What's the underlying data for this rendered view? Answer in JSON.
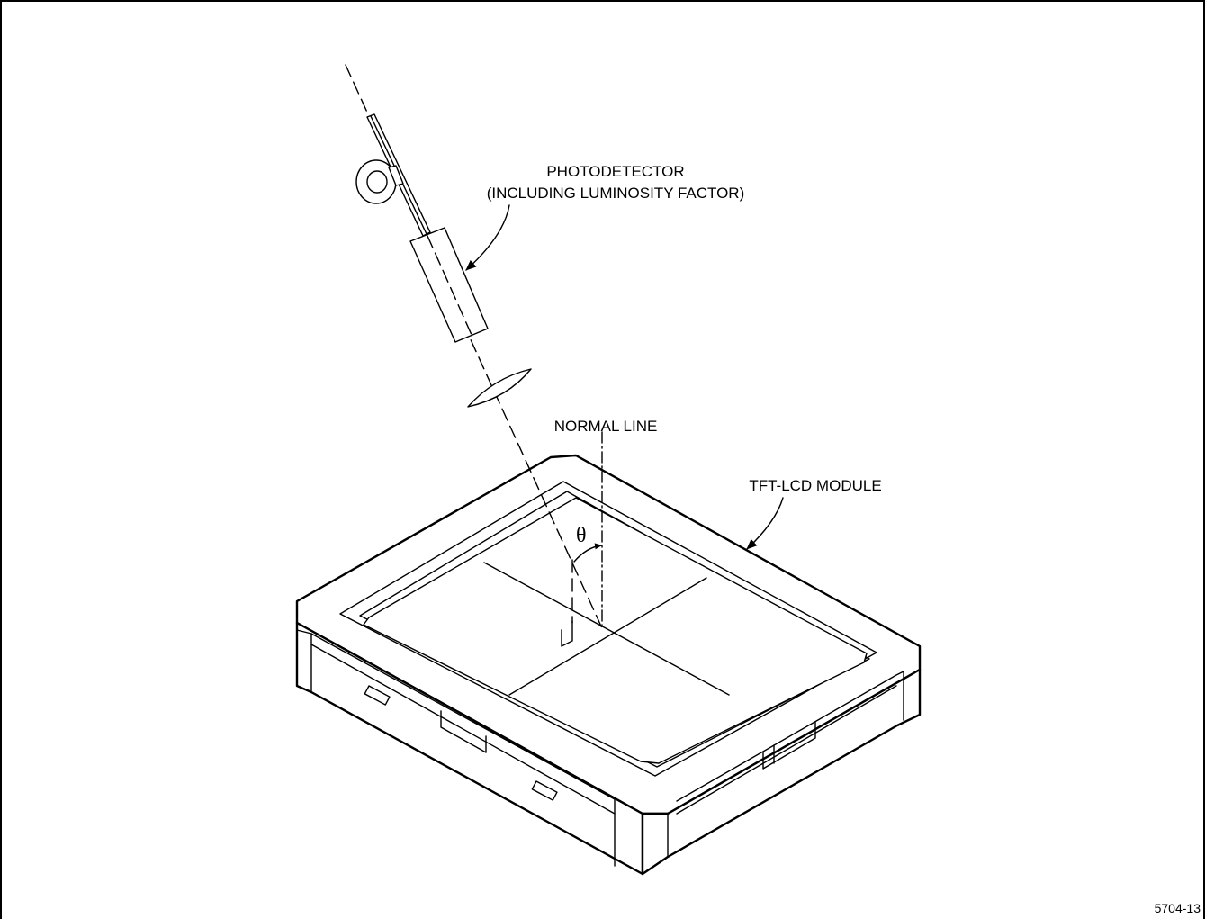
{
  "labels": {
    "photodetector_line1": "PHOTODETECTOR",
    "photodetector_line2": "(INCLUDING LUMINOSITY FACTOR)",
    "normal_line": "NORMAL LINE",
    "module": "TFT-LCD MODULE",
    "angle_symbol": "θ",
    "figure_number": "5704-13"
  },
  "colors": {
    "line": "#000000",
    "background": "#ffffff"
  }
}
